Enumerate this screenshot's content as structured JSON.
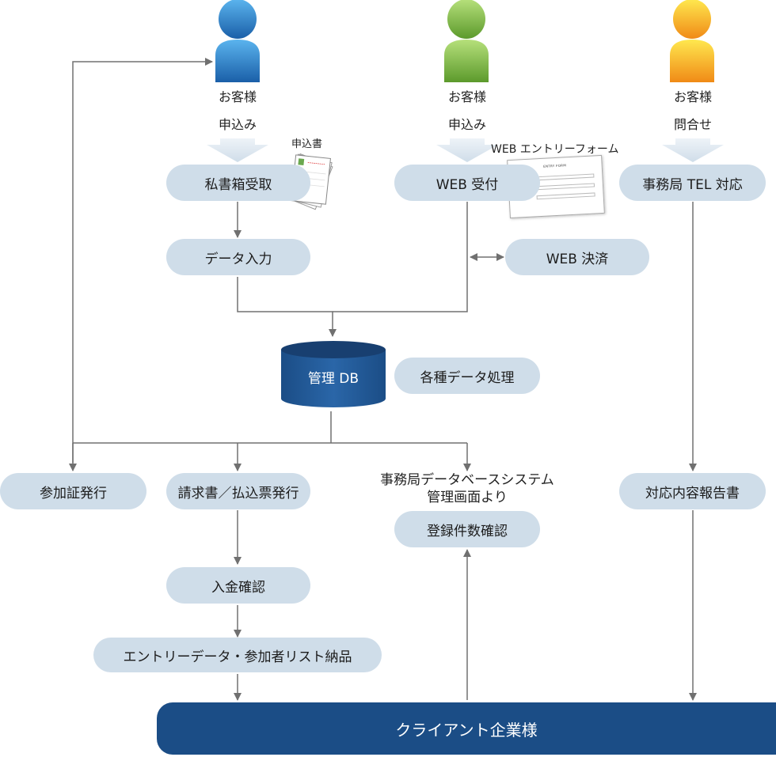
{
  "customers": [
    {
      "label": "お客様",
      "action": "申込み",
      "color_top": "#4aa3e3",
      "color_bottom": "#1a5fa8"
    },
    {
      "label": "お客様",
      "action": "申込み",
      "color_top": "#a6d66a",
      "color_bottom": "#5c9a2c"
    },
    {
      "label": "お客様",
      "action": "問合せ",
      "color_top": "#ffe24d",
      "color_bottom": "#f08a16"
    }
  ],
  "docs": {
    "paper_label": "申込書",
    "form_label": "WEB エントリーフォーム",
    "form_title": "ENTRY FORM"
  },
  "nodes": {
    "po_box": "私書箱受取",
    "web_reception": "WEB 受付",
    "tel_support": "事務局 TEL 対応",
    "data_entry": "データ入力",
    "web_payment": "WEB 決済",
    "db": "管理 DB",
    "data_processing": "各種データ処理",
    "pass_issue": "参加証発行",
    "invoice_issue": "請求書／払込票発行",
    "db_system_note_line1": "事務局データベースシステム",
    "db_system_note_line2": "管理画面より",
    "registration_check": "登録件数確認",
    "report": "対応内容報告書",
    "payment_check": "入金確認",
    "delivery": "エントリーデータ・参加者リスト納品",
    "client": "クライアント企業様"
  },
  "colors": {
    "node_fill": "#cfdde9",
    "client_fill": "#1b4d86",
    "line": "#707070",
    "db_fill": "#1b4d86"
  }
}
